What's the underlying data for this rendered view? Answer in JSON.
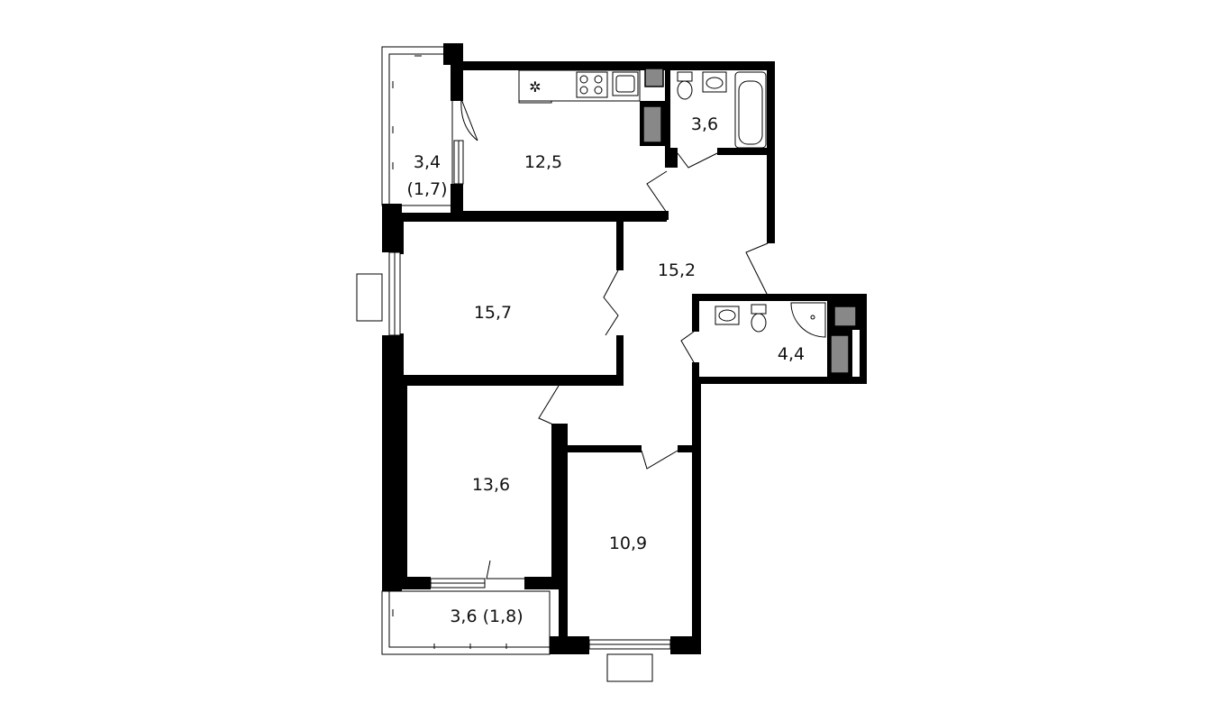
{
  "rooms": {
    "balcony_top": {
      "area": "3,4",
      "reduced": "(1,7)"
    },
    "kitchen": {
      "area": "12,5"
    },
    "bathroom_top": {
      "area": "3,6"
    },
    "living_room": {
      "area": "15,7"
    },
    "hall": {
      "area": "15,2"
    },
    "bathroom_right": {
      "area": "4,4"
    },
    "bedroom_left": {
      "area": "13,6"
    },
    "bedroom_right": {
      "area": "10,9"
    },
    "balcony_bottom": {
      "area": "3,6 (1,8)"
    }
  },
  "colors": {
    "wall": "#000000",
    "fixture": "#888888",
    "background": "#ffffff"
  }
}
